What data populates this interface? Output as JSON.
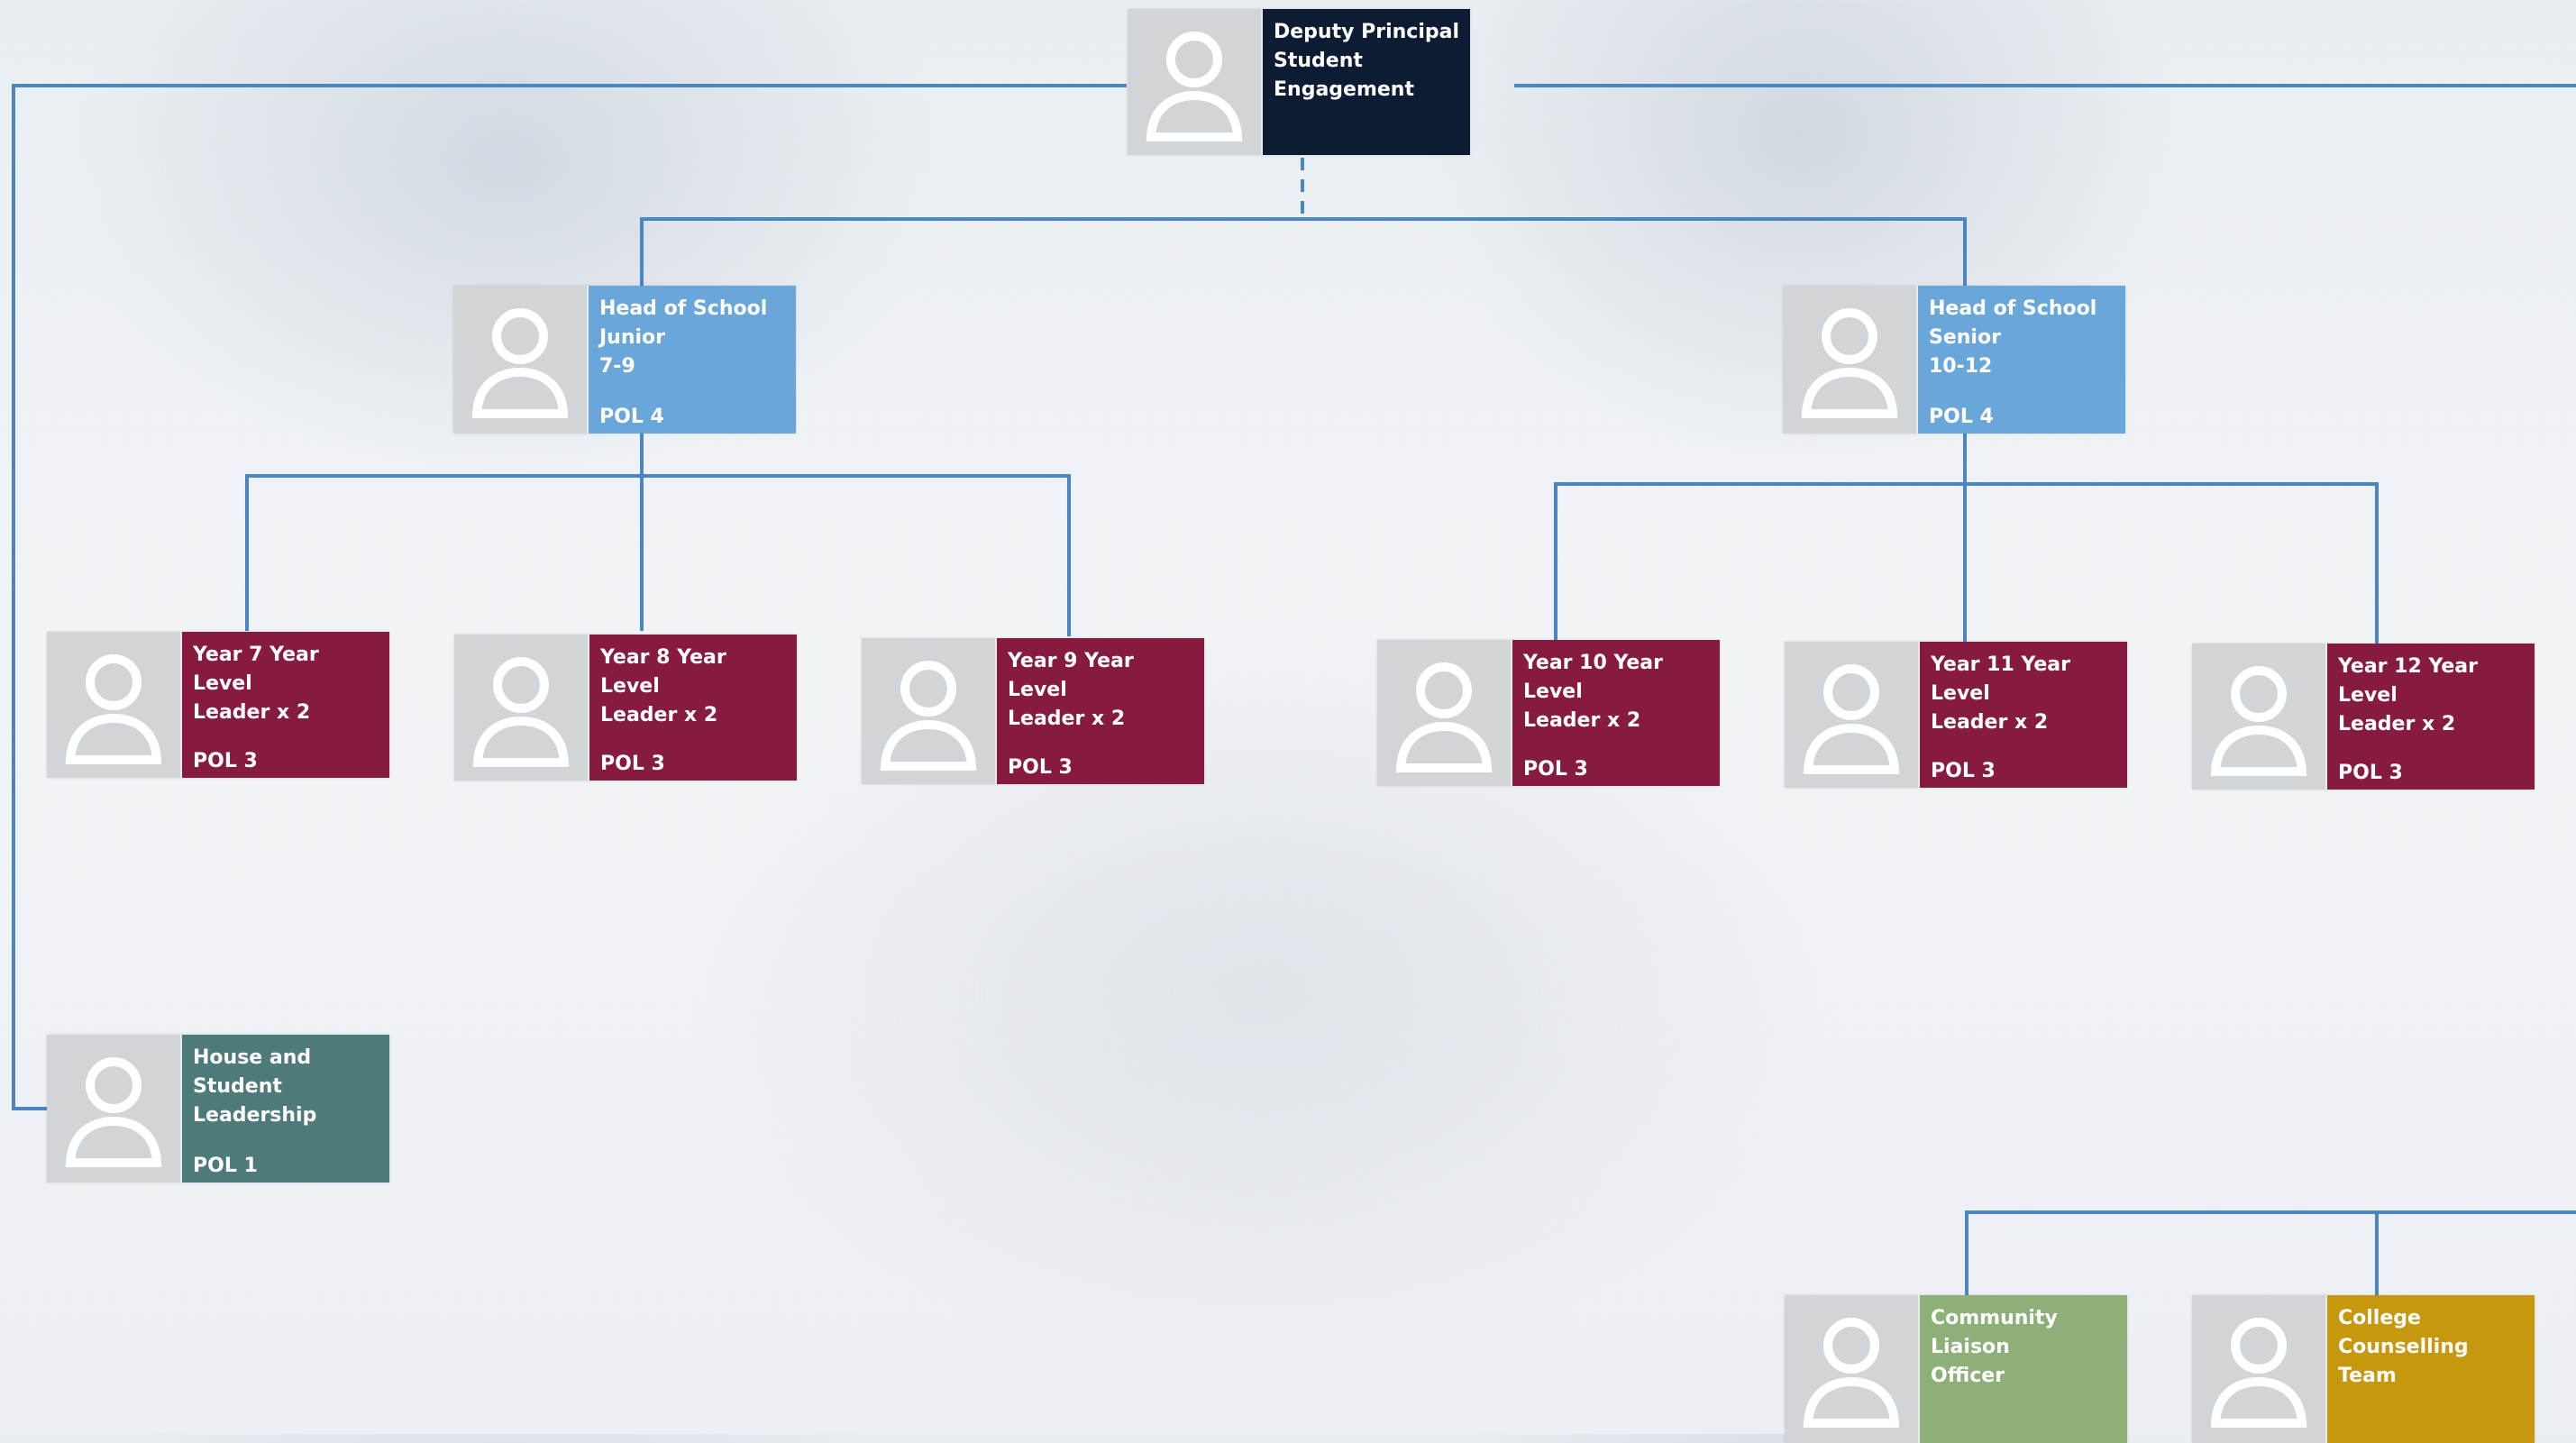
{
  "colors": {
    "connector": "#4b86c4",
    "navy": "#0d1b33",
    "head_blue": "#69a7da",
    "year_maroon": "#861a3f",
    "house_teal": "#4e7a79",
    "liaison_green": "#8daf78",
    "counselling_gold": "#c7980e"
  },
  "nodes": {
    "deputy_principal": {
      "title": "Deputy Principal\nStudent\nEngagement",
      "pol": ""
    },
    "head_junior": {
      "title": "Head of School\nJunior\n7-9",
      "pol": "POL 4"
    },
    "head_senior": {
      "title": "Head of School\nSenior\n10-12",
      "pol": "POL 4"
    },
    "year7": {
      "title": "Year 7 Year Level\nLeader x 2",
      "pol": "POL 3"
    },
    "year8": {
      "title": "Year 8 Year Level\nLeader x 2",
      "pol": "POL 3"
    },
    "year9": {
      "title": "Year 9 Year Level\nLeader x 2",
      "pol": "POL 3"
    },
    "year10": {
      "title": "Year 10 Year Level\nLeader x 2",
      "pol": "POL 3"
    },
    "year11": {
      "title": "Year 11 Year Level\nLeader x 2",
      "pol": "POL 3"
    },
    "year12": {
      "title": "Year 12 Year Level\nLeader x 2",
      "pol": "POL 3"
    },
    "house": {
      "title": "House and\nStudent\nLeadership",
      "pol": "POL 1"
    },
    "liaison": {
      "title": "Community\nLiaison\nOfficer",
      "pol": ""
    },
    "counselling": {
      "title": "College\nCounselling\nTeam",
      "pol": ""
    }
  }
}
